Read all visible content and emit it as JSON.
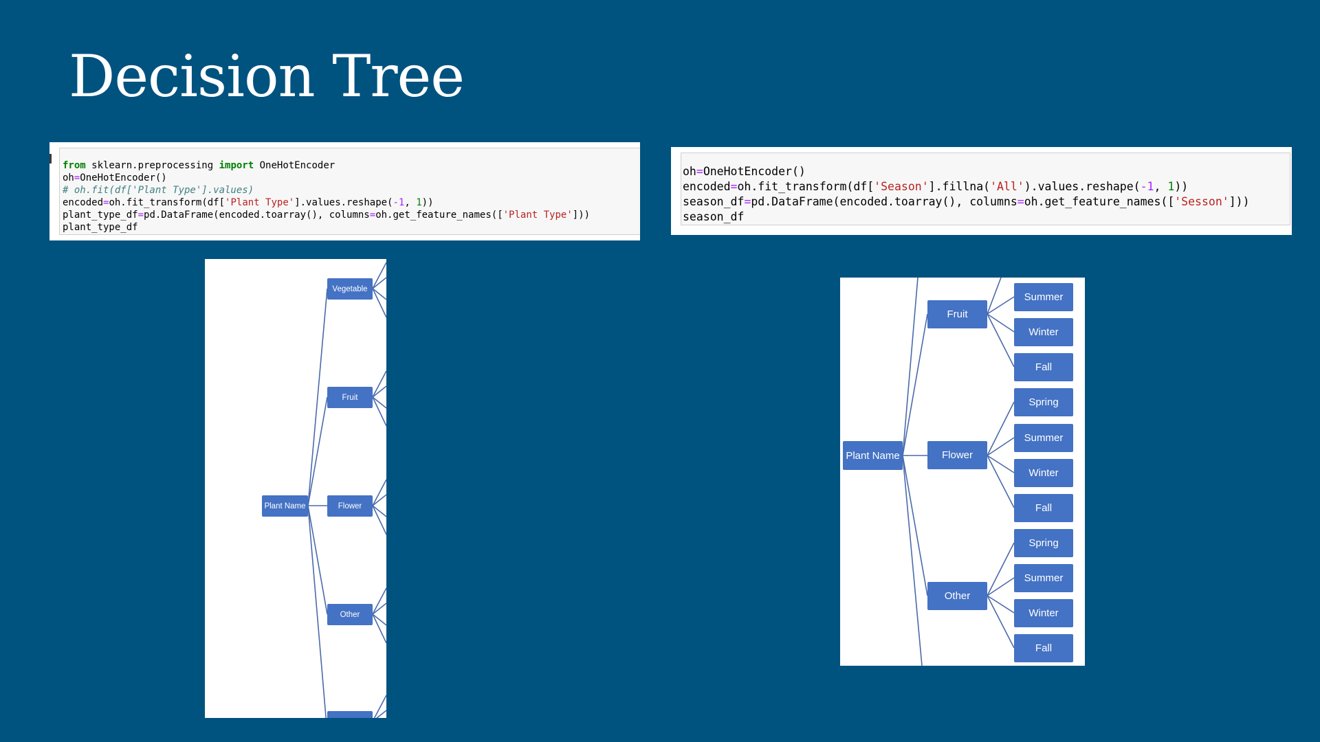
{
  "slide": {
    "title": "Decision Tree"
  },
  "code_left": {
    "lines": [
      [
        {
          "t": "from",
          "c": "kw"
        },
        {
          "t": " sklearn.preprocessing "
        },
        {
          "t": "import",
          "c": "kw"
        },
        {
          "t": " OneHotEncoder"
        }
      ],
      [
        {
          "t": "oh"
        },
        {
          "t": "=",
          "c": "op"
        },
        {
          "t": "OneHotEncoder()"
        }
      ],
      [
        {
          "t": "# oh.fit(df['Plant Type'].values)",
          "c": "cm"
        }
      ],
      [
        {
          "t": "encoded"
        },
        {
          "t": "=",
          "c": "op"
        },
        {
          "t": "oh.fit_transform(df["
        },
        {
          "t": "'Plant Type'",
          "c": "str"
        },
        {
          "t": "].values.reshape("
        },
        {
          "t": "-1",
          "c": "op"
        },
        {
          "t": ", "
        },
        {
          "t": "1",
          "c": "num"
        },
        {
          "t": "))"
        }
      ],
      [
        {
          "t": "plant_type_df"
        },
        {
          "t": "=",
          "c": "op"
        },
        {
          "t": "pd.DataFrame(encoded.toarray(), columns"
        },
        {
          "t": "=",
          "c": "op"
        },
        {
          "t": "oh.get_feature_names(["
        },
        {
          "t": "'Plant Type'",
          "c": "str"
        },
        {
          "t": "]))"
        }
      ],
      [
        {
          "t": "plant_type_df"
        }
      ]
    ]
  },
  "code_right": {
    "lines": [
      [
        {
          "t": "oh"
        },
        {
          "t": "=",
          "c": "op"
        },
        {
          "t": "OneHotEncoder()"
        }
      ],
      [
        {
          "t": "encoded"
        },
        {
          "t": "=",
          "c": "op"
        },
        {
          "t": "oh.fit_transform(df["
        },
        {
          "t": "'Season'",
          "c": "str"
        },
        {
          "t": "].fillna("
        },
        {
          "t": "'All'",
          "c": "str"
        },
        {
          "t": ").values.reshape("
        },
        {
          "t": "-1",
          "c": "op"
        },
        {
          "t": ", "
        },
        {
          "t": "1",
          "c": "num"
        },
        {
          "t": "))"
        }
      ],
      [
        {
          "t": "season_df"
        },
        {
          "t": "=",
          "c": "op"
        },
        {
          "t": "pd.DataFrame(encoded.toarray(), columns"
        },
        {
          "t": "=",
          "c": "op"
        },
        {
          "t": "oh.get_feature_names(["
        },
        {
          "t": "'Sesson'",
          "c": "str"
        },
        {
          "t": "]))"
        }
      ],
      [
        {
          "t": "season_df"
        }
      ]
    ]
  },
  "diagram_left": {
    "root": "Plant Name",
    "branches": [
      "Vegetable",
      "Fruit",
      "Flower",
      "Other"
    ]
  },
  "diagram_right": {
    "root": "Plant Name",
    "branches": [
      {
        "label": "Fruit",
        "children": [
          "Summer",
          "Winter",
          "Fall"
        ]
      },
      {
        "label": "Flower",
        "children": [
          "Spring",
          "Summer",
          "Winter",
          "Fall"
        ]
      },
      {
        "label": "Other",
        "children": [
          "Spring",
          "Summer",
          "Winter",
          "Fall"
        ]
      }
    ]
  },
  "colors": {
    "background": "#00527f",
    "node": "#4472c4",
    "connector": "#4a6aab"
  }
}
